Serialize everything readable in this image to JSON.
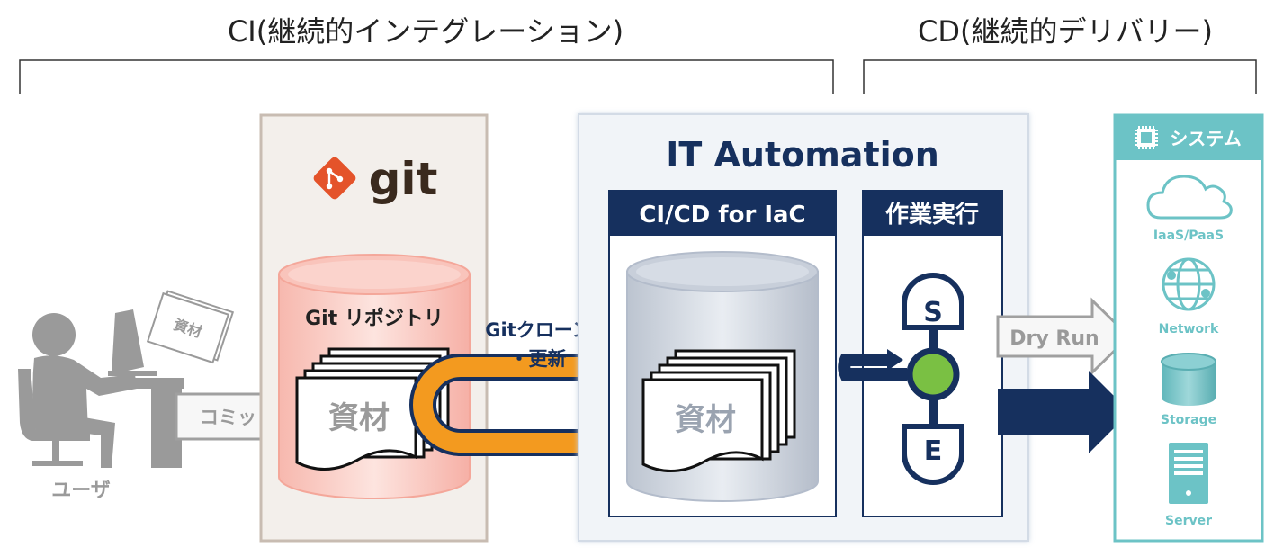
{
  "phases": {
    "ci": "CI(継続的インテグレーション)",
    "cd": "CD(継続的デリバリー)"
  },
  "user": {
    "label": "ユーザ",
    "paper_label": "資材",
    "commit_label": "コミット"
  },
  "git_panel": {
    "logo_text": "git",
    "repo_label": "Git リポジトリ",
    "docs_label": "資材"
  },
  "clone": {
    "line1": "Gitクローン",
    "line2": "・更新"
  },
  "ita": {
    "title": "IT Automation",
    "cicd": {
      "header": "CI/CD for IaC",
      "docs_label": "資材"
    },
    "exec": {
      "header": "作業実行",
      "start_letter": "S",
      "end_letter": "E"
    }
  },
  "dry_run_label": "Dry Run",
  "system": {
    "title": "システム",
    "items": [
      "IaaS/PaaS",
      "Network",
      "Storage",
      "Server"
    ]
  },
  "colors": {
    "navy": "#16305e",
    "orange": "#f39a1f",
    "teal": "#6cc3c6",
    "gray": "#9a9a9a",
    "git_red": "#e4532a",
    "green": "#7ac043"
  }
}
